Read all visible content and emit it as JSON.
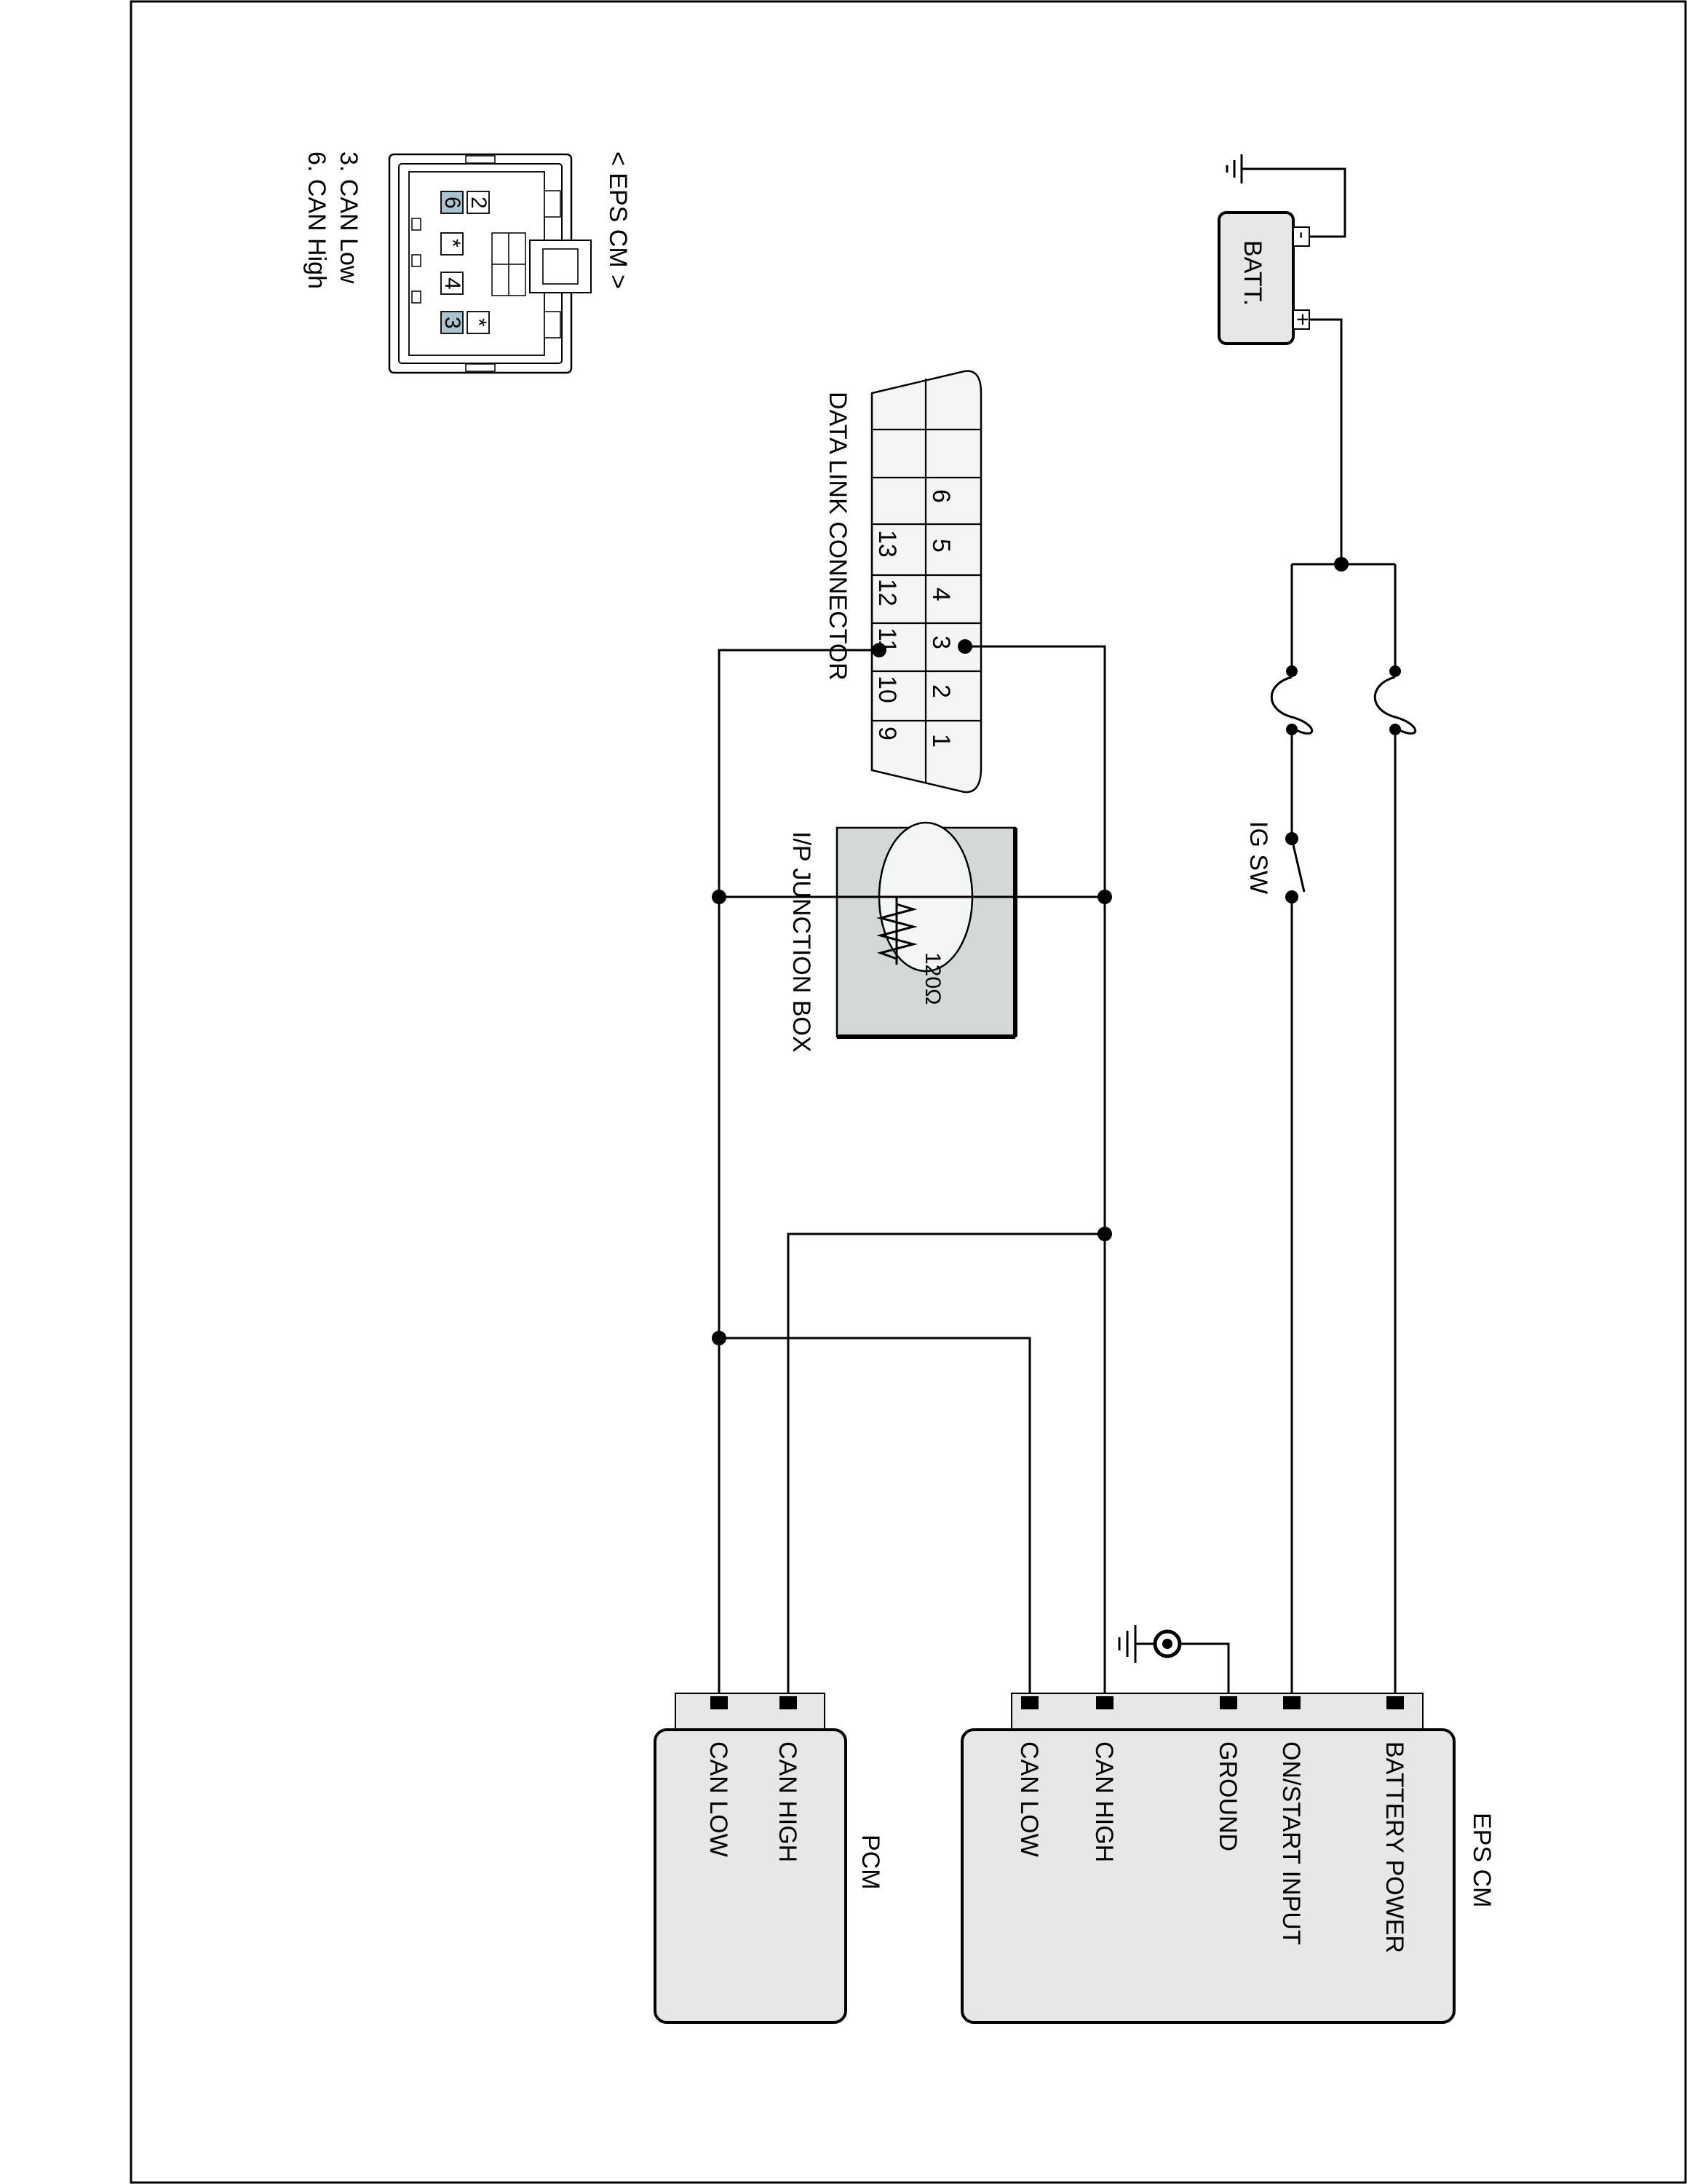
{
  "title": "",
  "legend": {
    "connector_title": "< EPS CM >",
    "pin_notes": [
      "3. CAN Low",
      "6. CAN High"
    ],
    "cavity_labels": [
      "2",
      "6",
      "*",
      "4",
      "3",
      "*"
    ]
  },
  "battery": {
    "label": "BATT.",
    "pos": "+",
    "neg": "-"
  },
  "switch": {
    "label": "IG SW"
  },
  "dlc": {
    "label": "DATA LINK CONNECTOR",
    "top_pins": [
      "6",
      "5",
      "4",
      "3",
      "2",
      "1"
    ],
    "bottom_pins": [
      "13",
      "12",
      "11",
      "10",
      "9"
    ]
  },
  "junction_box": {
    "label": "I/P JUNCTION BOX",
    "resistor": "120Ω"
  },
  "eps_cm": {
    "title": "EPS CM",
    "pins": [
      "BATTERY POWER",
      "ON/START INPUT",
      "GROUND",
      "CAN HIGH",
      "CAN LOW"
    ]
  },
  "pcm": {
    "title": "PCM",
    "pins": [
      "CAN HIGH",
      "CAN LOW"
    ]
  }
}
